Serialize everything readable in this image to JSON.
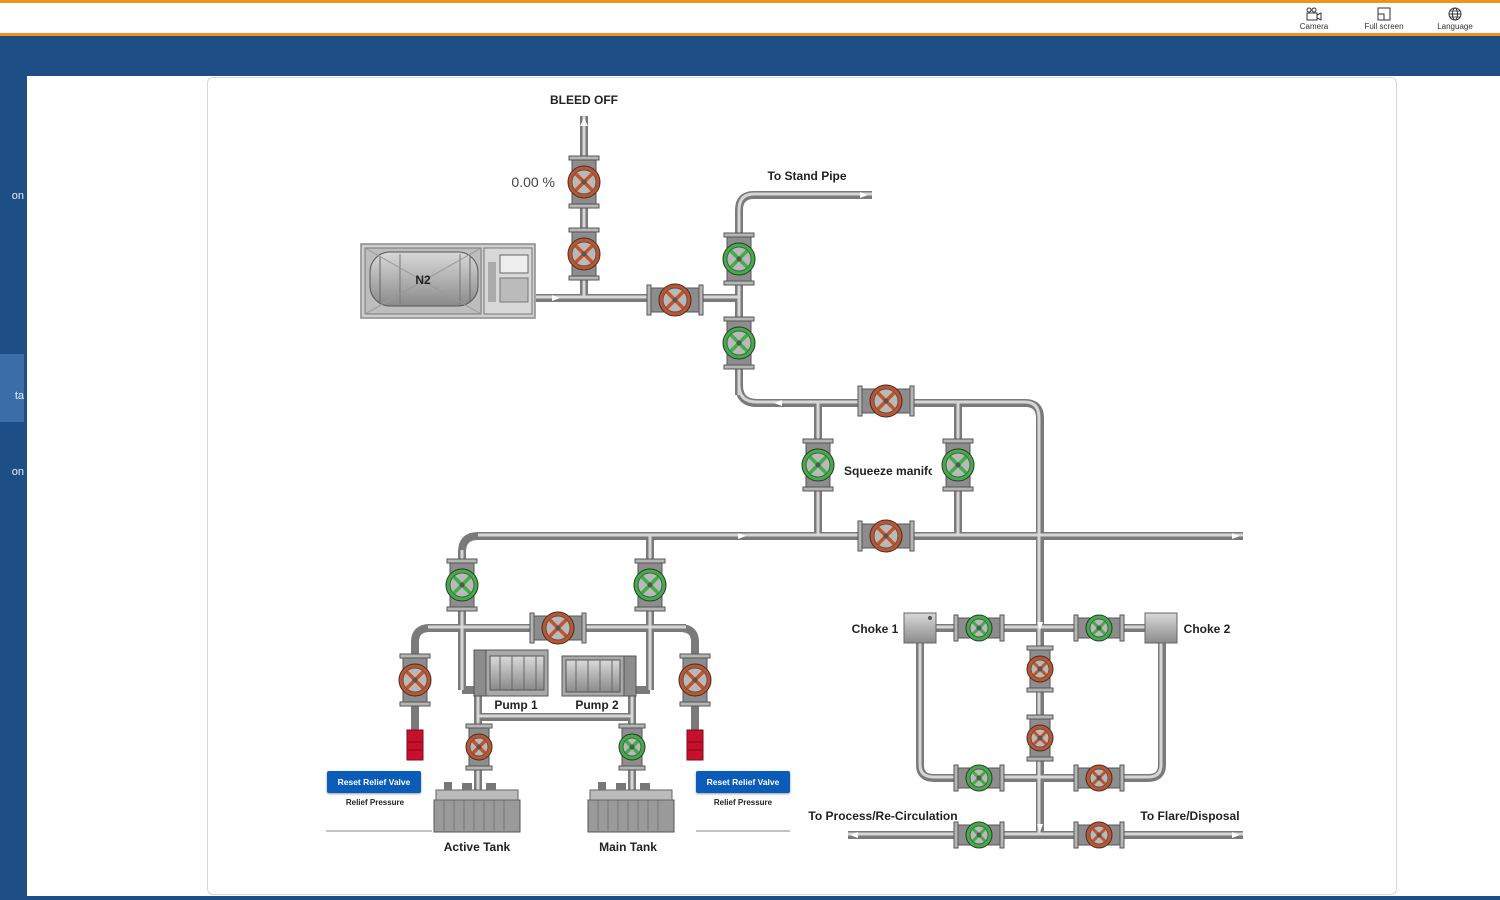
{
  "toolbar": {
    "camera_label": "Camera",
    "fullscreen_label": "Full screen",
    "language_label": "Language"
  },
  "sidebar": {
    "items": [
      {
        "label": "on"
      },
      {
        "label": "ta"
      },
      {
        "label": "on"
      }
    ]
  },
  "diagram": {
    "bleed_off_label": "BLEED OFF",
    "bleed_off_percent": "0.00 %",
    "to_stand_pipe_label": "To Stand Pipe",
    "n2_label": "N2",
    "squeeze_manifold_label": "Squeeze manifold",
    "choke1_label": "Choke 1",
    "choke2_label": "Choke 2",
    "pump1_label": "Pump 1",
    "pump2_label": "Pump 2",
    "active_tank_label": "Active Tank",
    "main_tank_label": "Main Tank",
    "to_process_label": "To Process/Re-Circulation",
    "to_flare_label": "To Flare/Disposal",
    "reset_relief_left": "Reset Relief Valve",
    "relief_pressure_left": "Relief Pressure",
    "reset_relief_right": "Reset Relief Valve",
    "relief_pressure_right": "Relief Pressure"
  },
  "colors": {
    "valve_open": "#3cb043",
    "valve_closed": "#c4532b",
    "pipe": "#9a9a9a",
    "accent": "#f2911b",
    "nav": "#1d4f86",
    "button": "#0b5cb8"
  }
}
